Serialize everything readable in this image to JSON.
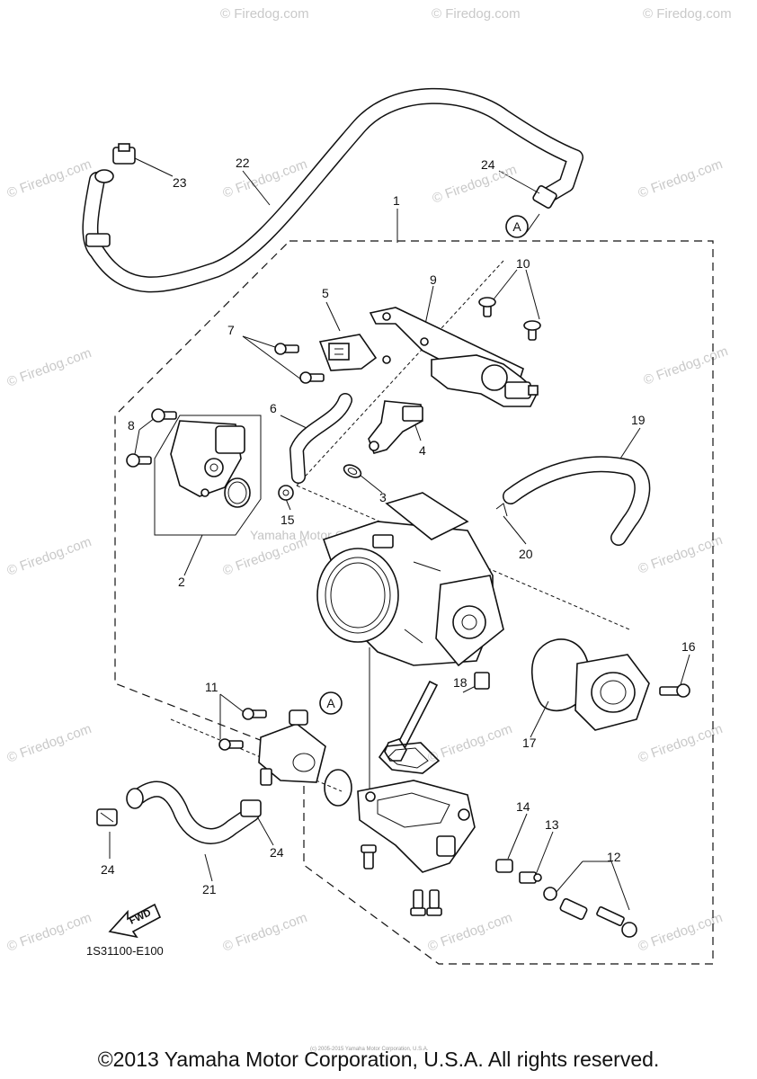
{
  "labels": {
    "l1": "1",
    "l2": "2",
    "l3": "3",
    "l4": "4",
    "l5": "5",
    "l6": "6",
    "l7": "7",
    "l8": "8",
    "l9": "9",
    "l10": "10",
    "l11": "11",
    "l12": "12",
    "l13": "13",
    "l14": "14",
    "l15": "15",
    "l16": "16",
    "l17": "17",
    "l18": "18",
    "l19": "19",
    "l20": "20",
    "l21": "21",
    "l22": "22",
    "l23": "23",
    "l24a": "24",
    "l24b": "24",
    "l24c": "24"
  },
  "callouts": {
    "a_top": "A",
    "a_mid": "A"
  },
  "diagram_code": "1S31100-E100",
  "fwd_arrow_text": "FWD",
  "watermark": "© Firedog.com",
  "ghost_text": "Yamaha Motor Corp. U.S.A.",
  "tiny_notice": "(c) 2005-2015 Yamaha Motor Corporation, U.S.A.",
  "copyright": "©2013 Yamaha Motor Corporation, U.S.A. All rights reserved."
}
